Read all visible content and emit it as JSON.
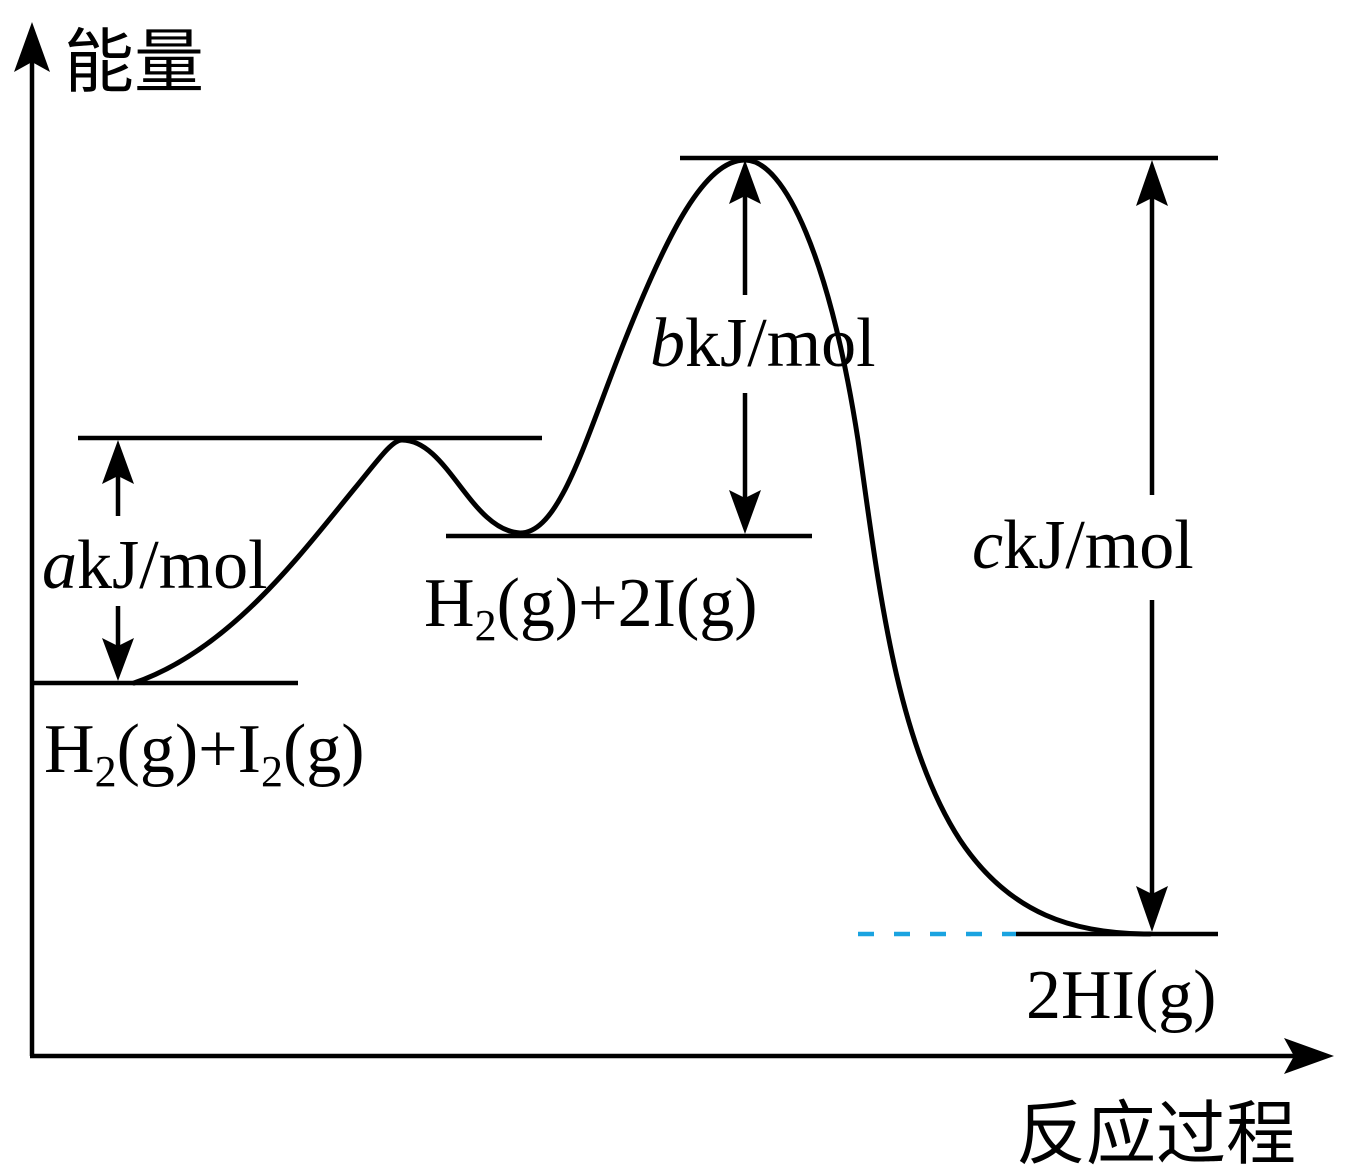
{
  "axes": {
    "y_label": "能量",
    "x_label": "反应过程"
  },
  "levels": {
    "reactants": {
      "formula": "H",
      "sub1": "2",
      "mid": "(g)+I",
      "sub2": "2",
      "tail": "(g)"
    },
    "intermediate": {
      "formula": "H",
      "sub1": "2",
      "tail": "(g)+2I(g)"
    },
    "product": {
      "label": "2HI(g)"
    }
  },
  "energies": {
    "a": {
      "var": "a",
      "unit": "kJ/mol"
    },
    "b": {
      "var": "b",
      "unit": "kJ/mol"
    },
    "c": {
      "var": "c",
      "unit": "kJ/mol"
    }
  },
  "colors": {
    "ink": "#000000",
    "dashed_guide": "#1aa3e0"
  }
}
